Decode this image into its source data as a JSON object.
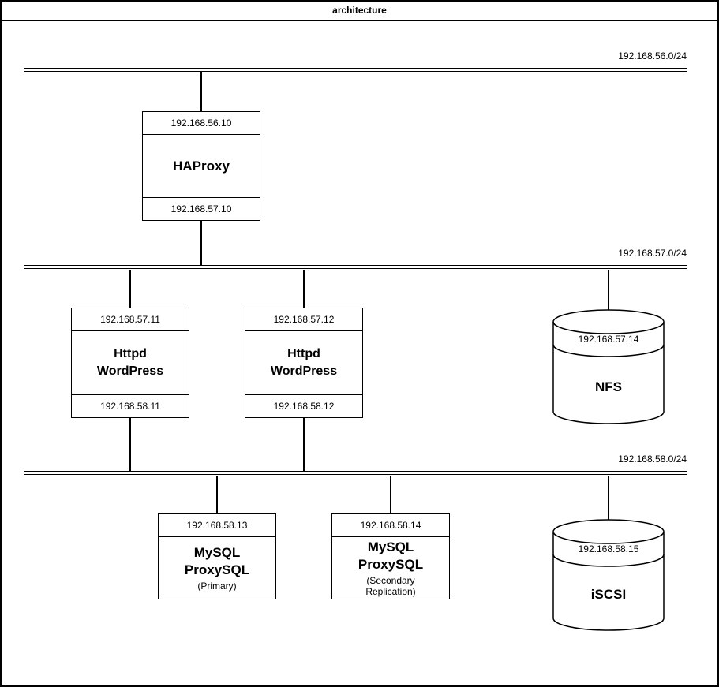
{
  "title": "architecture",
  "colors": {
    "stroke": "#000000",
    "background": "#ffffff",
    "text": "#000000"
  },
  "networks": [
    {
      "label": "192.168.56.0/24"
    },
    {
      "label": "192.168.57.0/24"
    },
    {
      "label": "192.168.58.0/24"
    }
  ],
  "nodes": {
    "haproxy": {
      "top_ip": "192.168.56.10",
      "name": "HAProxy",
      "bottom_ip": "192.168.57.10"
    },
    "wordpress1": {
      "top_ip": "192.168.57.11",
      "name_line1": "Httpd",
      "name_line2": "WordPress",
      "bottom_ip": "192.168.58.11"
    },
    "wordpress2": {
      "top_ip": "192.168.57.12",
      "name_line1": "Httpd",
      "name_line2": "WordPress",
      "bottom_ip": "192.168.58.12"
    },
    "mysql_primary": {
      "top_ip": "192.168.58.13",
      "name_line1": "MySQL",
      "name_line2": "ProxySQL",
      "role": "(Primary)"
    },
    "mysql_secondary": {
      "top_ip": "192.168.58.14",
      "name_line1": "MySQL",
      "name_line2": "ProxySQL",
      "role": "(Secondary Replication)"
    },
    "nfs": {
      "ip": "192.168.57.14",
      "name": "NFS"
    },
    "iscsi": {
      "ip": "192.168.58.15",
      "name": "iSCSI"
    }
  }
}
